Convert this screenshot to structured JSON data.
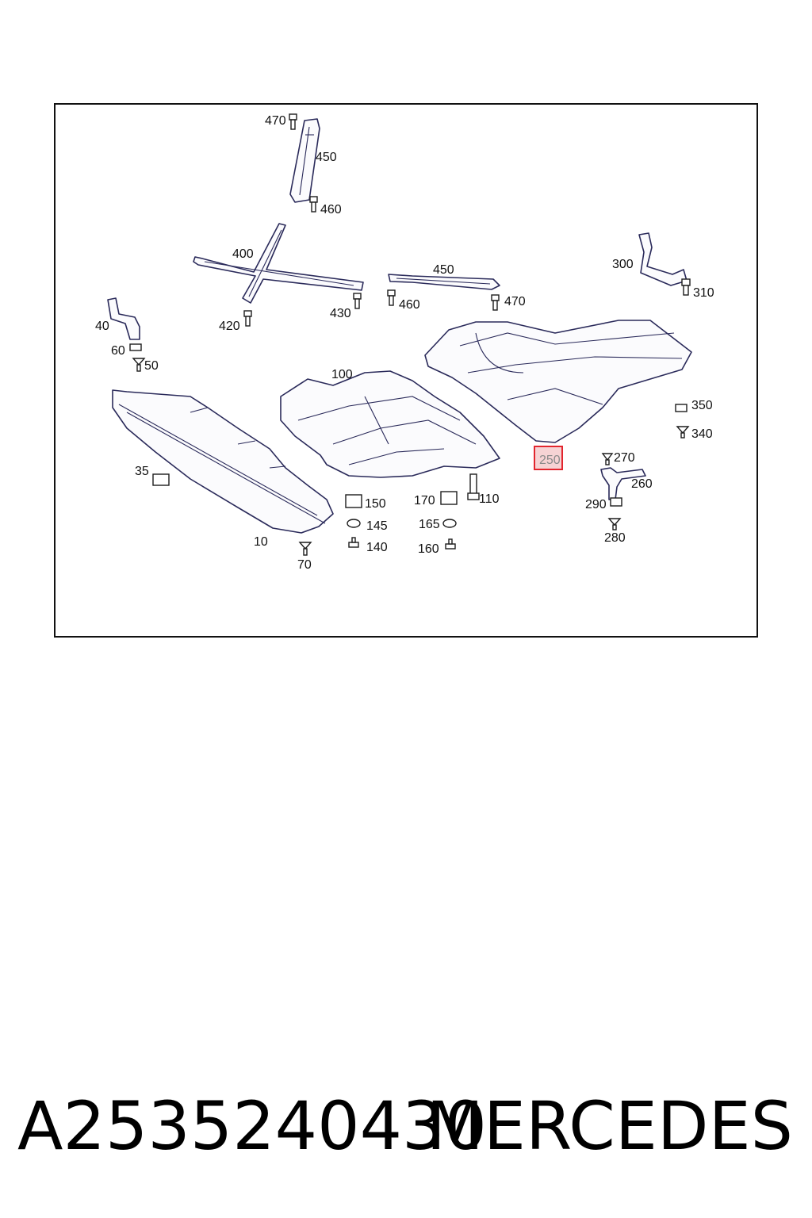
{
  "diagram": {
    "labels": [
      "470",
      "450",
      "460",
      "400",
      "450",
      "460",
      "470",
      "300",
      "310",
      "430",
      "420",
      "40",
      "60",
      "50",
      "100",
      "350",
      "340",
      "35",
      "250",
      "270",
      "260",
      "290",
      "280",
      "150",
      "170",
      "110",
      "145",
      "165",
      "140",
      "160",
      "10",
      "70"
    ],
    "highlighted_label": "250",
    "highlight_color": "#e2262e",
    "line_color": "#2a2a5a"
  },
  "footer": {
    "part_number": "A2535240430",
    "brand": "MERCEDES"
  }
}
